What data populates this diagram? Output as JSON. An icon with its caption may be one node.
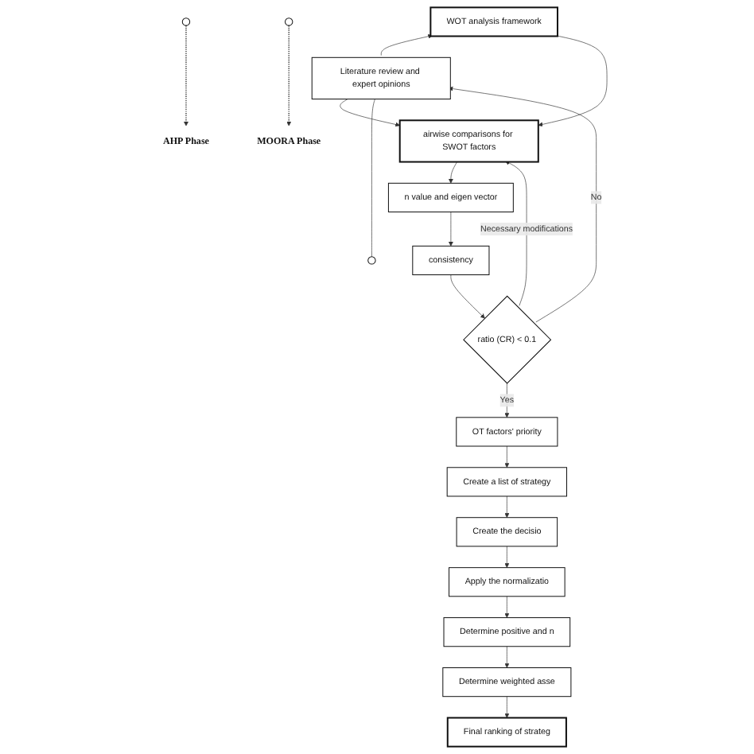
{
  "diagram": {
    "nodes": [
      {
        "text": [
          "WOT analysis framework"
        ]
      },
      {
        "text": [
          "Literature review and expert opinions"
        ]
      },
      {
        "text": [
          "airwise comparisons for SWOT factors"
        ]
      },
      {
        "text": [
          "n value and eigen vector"
        ]
      },
      {
        "text": [
          "consistency"
        ]
      },
      {
        "text": [
          "ratio (CR) < 0.1"
        ]
      },
      {
        "text": [
          "OT factors' priority"
        ]
      },
      {
        "text": [
          "Create a list of strategy"
        ]
      },
      {
        "text": [
          "Create the decisio"
        ]
      },
      {
        "text": [
          "Apply the normalizatio"
        ]
      },
      {
        "text": [
          "Determine positive and n"
        ]
      },
      {
        "text": [
          "Determine weighted asse"
        ]
      },
      {
        "text": [
          "Final ranking of strateg"
        ]
      },
      {
        "text": [
          "AHP Phase"
        ]
      },
      {
        "text": [
          "MOORA Phase"
        ]
      }
    ],
    "edges": [
      {
        "from": 1,
        "to": 0,
        "arrow": "to"
      },
      {
        "from": 1,
        "to": 2,
        "arrow": "to"
      },
      {
        "from": 1,
        "to": null,
        "arrow": "none"
      },
      {
        "from": 0,
        "to": 2,
        "arrow": "to"
      },
      {
        "from": 2,
        "to": 3,
        "arrow": "to"
      },
      {
        "from": 3,
        "to": 4,
        "arrow": "to"
      },
      {
        "from": 4,
        "to": 5,
        "arrow": "to"
      },
      {
        "from": 5,
        "to": 1,
        "arrow": "to",
        "label": "No"
      },
      {
        "from": 5,
        "to": 2,
        "arrow": "to",
        "label": "Necessary modifications"
      },
      {
        "from": 5,
        "to": 6,
        "arrow": "to",
        "label": "Yes"
      },
      {
        "from": 6,
        "to": 7,
        "arrow": "to"
      },
      {
        "from": 7,
        "to": 8,
        "arrow": "to"
      },
      {
        "from": 8,
        "to": 9,
        "arrow": "to"
      },
      {
        "from": 9,
        "to": 10,
        "arrow": "to"
      },
      {
        "from": 10,
        "to": 11,
        "arrow": "to"
      },
      {
        "from": 11,
        "to": 12,
        "arrow": "to"
      },
      {
        "from": null,
        "to": 13,
        "arrow": "to",
        "style": "dashed"
      },
      {
        "from": null,
        "to": 14,
        "arrow": "to",
        "style": "dashed"
      }
    ]
  }
}
